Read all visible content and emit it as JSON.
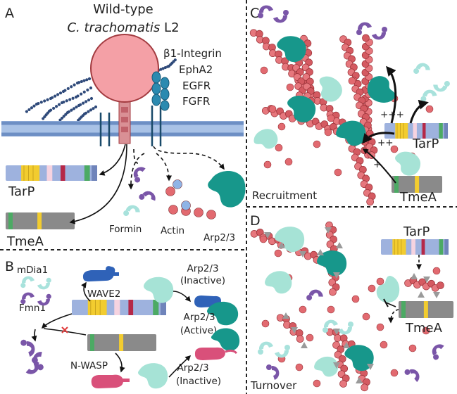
{
  "panels": {
    "a": {
      "letter": "A",
      "title_line1": "Wild-type",
      "title_line2_italic": "C. trachomatis",
      "title_line2_suffix": " L2",
      "receptors": [
        "β1-Integrin",
        "EphA2",
        "EGFR",
        "FGFR"
      ],
      "tarp": "TarP",
      "tmea": "TmeA",
      "formin": "Formin",
      "actin": "Actin",
      "arp": "Arp2/3"
    },
    "b": {
      "letter": "B",
      "mdia1": "mDia1",
      "fmn1": "Fmn1",
      "wave2": "WAVE2",
      "nwasp": "N-WASP",
      "arp_inactive_top": "Arp2/3",
      "arp_inactive_top_state": "(Inactive)",
      "arp_active": "Arp2/3",
      "arp_active_state": "(Active)",
      "arp_inactive_bottom": "Arp2/3",
      "arp_inactive_bottom_state": "(Inactive)"
    },
    "c": {
      "letter": "C",
      "caption": "Recruitment",
      "tarp": "TarP",
      "tmea": "TmeA",
      "signs": [
        "+++",
        "++",
        "+"
      ]
    },
    "d": {
      "letter": "D",
      "caption": "Turnover",
      "tarp": "TarP",
      "tmea": "TmeA"
    }
  },
  "colors": {
    "bacterium": "#f4a0a6",
    "bacterium_edge": "#a33b40",
    "membrane": "#8aaedb",
    "actin": "#e26a70",
    "arp23": "#17978b",
    "arp23_inactive": "#a6e3d6",
    "formin_purple": "#7a56a8",
    "formin_teal": "#a8e2dc",
    "wave2": "#2f62b8",
    "nwasp": "#d9507a",
    "tmea_body": "#8a8a8a",
    "tarp_body": "#9eb2de",
    "accent_yellow": "#f2cc2f",
    "accent_green": "#4caa64",
    "accent_crimson": "#b52848",
    "inhibit_red": "#e03b3b",
    "divider": "#222222"
  },
  "icons": [
    "bacterium-icon",
    "tarp-protein-icon",
    "tmea-protein-icon",
    "formin-icon",
    "actin-monomer-icon",
    "arp23-complex-icon",
    "wave2-icon",
    "nwasp-icon",
    "actin-filament-icon",
    "severing-icon"
  ]
}
